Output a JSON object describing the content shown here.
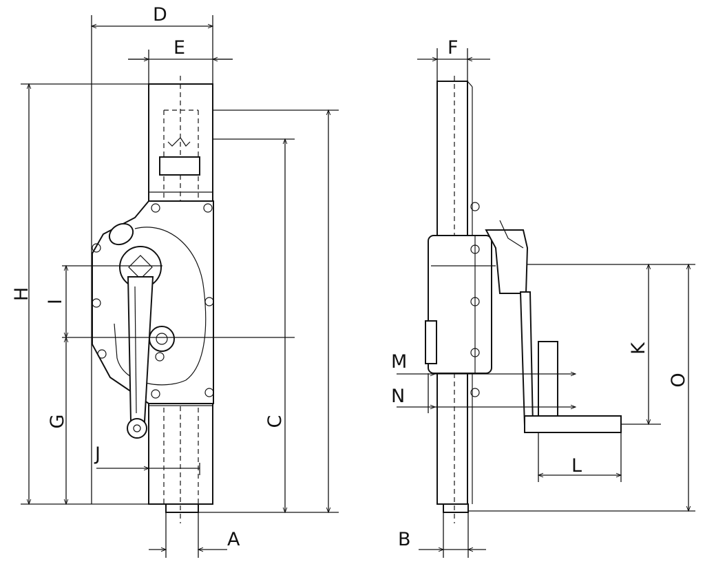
{
  "labels": {
    "A": "A",
    "B": "B",
    "C": "C",
    "D": "D",
    "E": "E",
    "F": "F",
    "G": "G",
    "H": "H",
    "I": "I",
    "J": "J",
    "K": "K",
    "L": "L",
    "M": "M",
    "N": "N",
    "O": "O"
  }
}
